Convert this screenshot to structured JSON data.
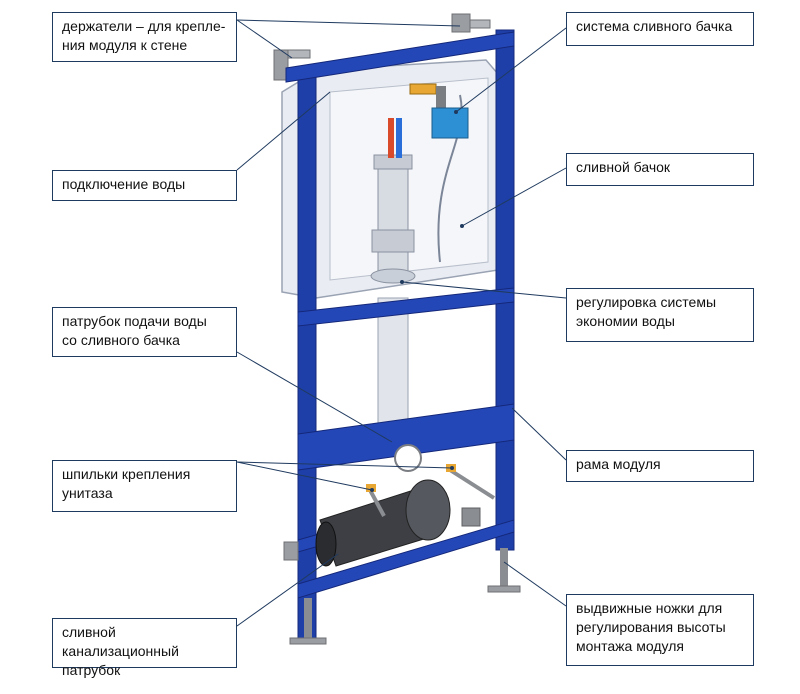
{
  "colors": {
    "frame": "#1f3fa8",
    "frame_edge": "#14287a",
    "tank": "#eef0f5",
    "leader": "#1f3a5f",
    "leg": "#8a8d91"
  },
  "callouts": {
    "holders": "держатели – для крепле-\nния модуля к стене",
    "flush_system": "система сливного бачка",
    "water_connection": "подключение воды",
    "cistern": "сливной бачок",
    "supply_pipe": "патрубок подачи воды\nсо сливного бачка",
    "economy_adjust": "регулировка системы\nэкономии воды",
    "studs": "шпильки крепления\nунитаза",
    "frame": "рама модуля",
    "sewer_pipe": "сливной канализационный\nпатрубок",
    "legs": "выдвижные ножки для\nрегулирования высоты\nмонтажа модуля"
  }
}
